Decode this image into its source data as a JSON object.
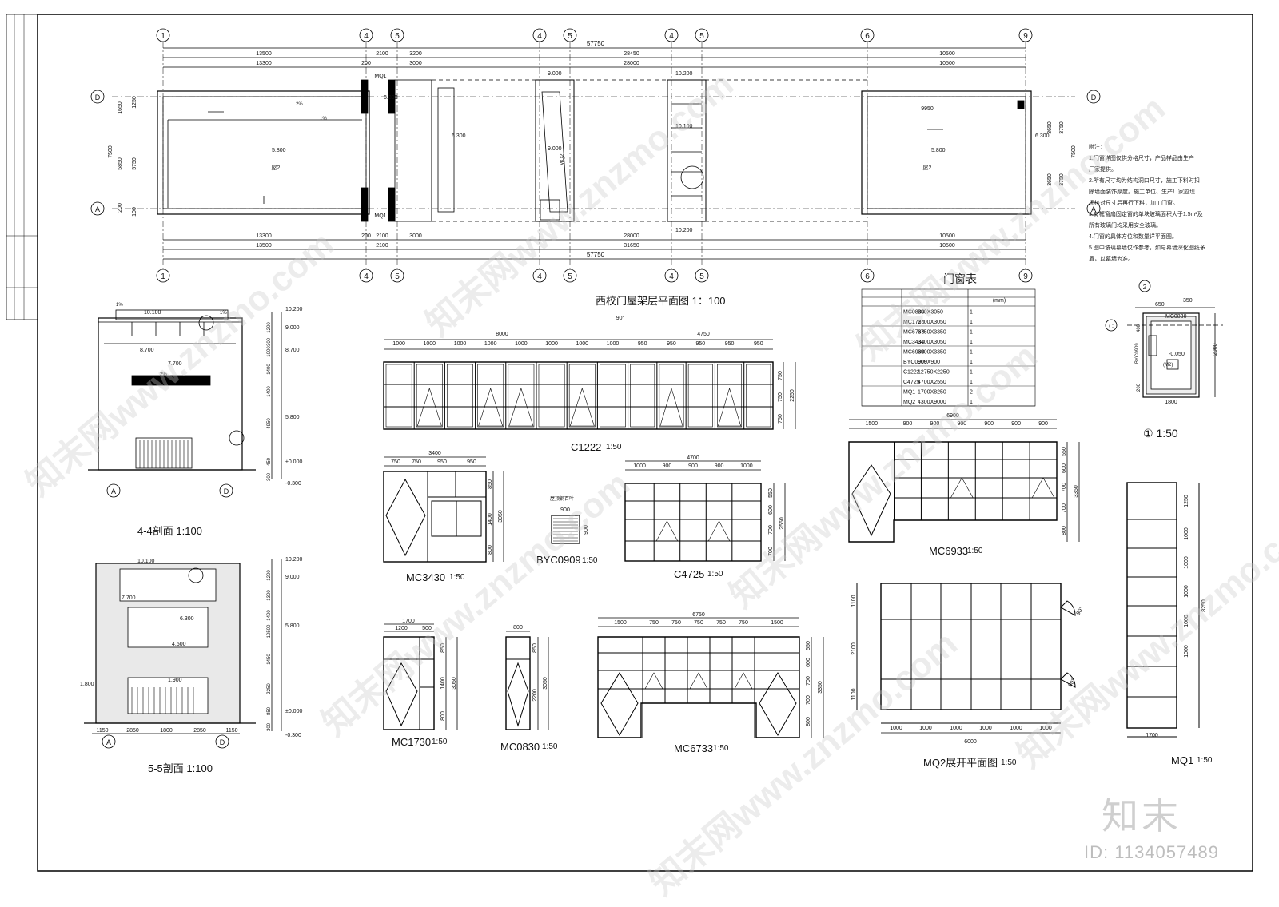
{
  "plan": {
    "title": "西校门屋架层平面图 1：100",
    "axes_top": [
      "1",
      "4",
      "5",
      "4",
      "5",
      "4",
      "5",
      "6",
      "9"
    ],
    "axes_side": [
      "D",
      "A"
    ],
    "dims_top_total": "57750",
    "dims_top_row": [
      "13500",
      "2100",
      "3200",
      "28450",
      "10500"
    ],
    "dims_top_row2": [
      "13300",
      "200",
      "3000",
      "28000",
      "10500"
    ],
    "dims_bottom_row": [
      "13300",
      "200",
      "2100",
      "3000",
      "28000",
      "10500"
    ],
    "dims_bottom_row2": [
      "13500",
      "2100",
      "31650",
      "10500"
    ],
    "dims_bottom_total": "57750",
    "dims_left": [
      "1650",
      "1250",
      "7500",
      "5850",
      "5750",
      "200",
      "100"
    ],
    "dims_right": [
      "3650",
      "3750",
      "7500",
      "3650",
      "3750"
    ],
    "elevations": [
      "6.300",
      "5.800",
      "6.300",
      "9.000",
      "10.200",
      "10.100",
      "9.000",
      "10.200",
      "6.300",
      "5.800"
    ],
    "labels": [
      "MQ1",
      "MQ1",
      "MQ2",
      "屋2",
      "屋2",
      "9950",
      "2%",
      "1%"
    ]
  },
  "notes": {
    "title": "附注：",
    "lines": [
      "1.门窗详图仅供分格尺寸，产品样品由生产",
      "厂家提供。",
      "2.所有尺寸均为结构洞口尺寸，施工下料时扣",
      "除墙面装饰厚度。施工单位、生产厂家应现",
      "场核对尺寸后再行下料，加工门窗。",
      "3.有框窗扇固定窗的单块玻璃面积大于1.5m²及",
      "所有玻璃门均采用安全玻璃。",
      "4.门窗的具体方位和数量详平面图。",
      "5.图中玻璃幕墙仅作参考，如与幕墙深化图纸矛",
      "盾，以幕墙为准。"
    ]
  },
  "door_table": {
    "title": "门窗表",
    "unit": "(mm)",
    "rows": [
      [
        "MC0830",
        "800X3050",
        "1"
      ],
      [
        "MC1730",
        "1700X3050",
        "1"
      ],
      [
        "MC6733",
        "6750X3350",
        "1"
      ],
      [
        "MC3430",
        "3400X3050",
        "1"
      ],
      [
        "MC6933",
        "6900X3350",
        "1"
      ],
      [
        "BYC0909",
        "900X900",
        "1"
      ],
      [
        "C1222",
        "12750X2250",
        "1"
      ],
      [
        "C4725",
        "4700X2550",
        "1"
      ],
      [
        "MQ1",
        "1700X8250",
        "2"
      ],
      [
        "MQ2",
        "4300X9000",
        "1"
      ]
    ]
  },
  "section44": {
    "title": "4-4剖面 1:100",
    "elev": [
      "10.200",
      "9.000",
      "8.700",
      "5.800",
      "±0.000",
      "-0.300"
    ],
    "dims": [
      "1200",
      "300",
      "1000",
      "1400",
      "1400",
      "4950",
      "450",
      "300"
    ],
    "labels": [
      "1%",
      "10.100",
      "1%",
      "8.700",
      "7.700",
      "2%",
      "A",
      "D"
    ]
  },
  "section55": {
    "title": "5-5剖面 1:100",
    "elev": [
      "10.200",
      "9.000",
      "5.800",
      "±0.000",
      "-0.300"
    ],
    "dims": [
      "1200",
      "1300",
      "1400",
      "10500",
      "1450",
      "2250",
      "850",
      "300"
    ],
    "bottom": [
      "1150",
      "2850",
      "1800",
      "2850",
      "1150"
    ],
    "labels": [
      "10.100",
      "7.700",
      "6.300",
      "4.500",
      "1.900",
      "1.800",
      "A",
      "D"
    ]
  },
  "c1222": {
    "title": "C1222",
    "scale": "1:50",
    "top_total": [
      "8000",
      "4750"
    ],
    "top_row": [
      "1000",
      "1000",
      "1000",
      "1000",
      "1000",
      "1000",
      "1000",
      "1000",
      "950",
      "950",
      "950",
      "950",
      "950"
    ],
    "right": [
      "750",
      "750",
      "750",
      "2250"
    ],
    "angle": "90°"
  },
  "mc3430": {
    "title": "MC3430",
    "scale": "1:50",
    "top": "3400",
    "row": [
      "750",
      "750",
      "950",
      "950"
    ],
    "right": [
      "850",
      "1400",
      "800",
      "3050"
    ]
  },
  "byc0909": {
    "title": "BYC0909",
    "scale": "1:50",
    "top": "900",
    "right": "900",
    "label": "屋顶钢百叶"
  },
  "c4725": {
    "title": "C4725",
    "scale": "1:50",
    "top": "4700",
    "row": [
      "1000",
      "900",
      "900",
      "900",
      "1000"
    ],
    "right": [
      "550",
      "600",
      "700",
      "700",
      "2550"
    ]
  },
  "mc6933": {
    "title": "MC6933",
    "scale": "1:50",
    "top": "6900",
    "row": [
      "1500",
      "900",
      "900",
      "900",
      "900",
      "900",
      "900"
    ],
    "right": [
      "550",
      "600",
      "700",
      "700",
      "800",
      "3350"
    ]
  },
  "mc1730": {
    "title": "MC1730",
    "scale": "1:50",
    "top": "1700",
    "row": [
      "1200",
      "500"
    ],
    "right": [
      "850",
      "1400",
      "800",
      "3050"
    ]
  },
  "mc0830": {
    "title": "MC0830",
    "scale": "1:50",
    "top": "800",
    "right": [
      "850",
      "2200",
      "3050"
    ]
  },
  "mc6733": {
    "title": "MC6733",
    "scale": "1:50",
    "top": "6750",
    "row": [
      "1500",
      "750",
      "750",
      "750",
      "750",
      "750",
      "1500"
    ],
    "right": [
      "550",
      "600",
      "700",
      "700",
      "800",
      "3350"
    ]
  },
  "mq2": {
    "title": "MQ2展开平面图",
    "scale": "1:50",
    "bottom": [
      "1000",
      "1000",
      "1000",
      "1000",
      "1000",
      "1000"
    ],
    "total": "6000",
    "left": [
      "1100",
      "2100",
      "1100"
    ],
    "angles": [
      "90°",
      "90°"
    ]
  },
  "mq1": {
    "title": "MQ1",
    "scale": "1:50",
    "bottom": "1700",
    "right": [
      "1250",
      "1000",
      "1000",
      "1000",
      "1000",
      "1000",
      "8250"
    ]
  },
  "detail1": {
    "title": "① 1:50",
    "labels": [
      "MC0830",
      "650",
      "350",
      "400",
      "2000",
      "200",
      "1800",
      "-0.050",
      "(M2)",
      "BYC0909"
    ]
  },
  "watermark": {
    "brand": "知末",
    "id": "ID: 1134057489",
    "site": "知末网www.znzmo.com"
  }
}
